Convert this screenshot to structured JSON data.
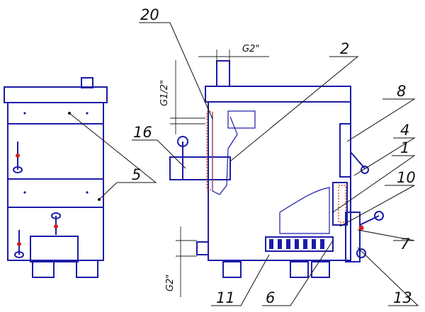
{
  "diagram": {
    "labels": {
      "l20": "20",
      "l2": "2",
      "l8": "8",
      "l4": "4",
      "l1": "1",
      "l10": "10",
      "l7": "7",
      "l13": "13",
      "l6": "6",
      "l11": "11",
      "l16": "16",
      "l5": "5"
    },
    "dimensions": {
      "top_connection": "G2\"",
      "side_connection": "G1/2\"",
      "bottom_connection": "G2\""
    },
    "colors": {
      "outline": "#1c1ca8",
      "leader": "#111111",
      "accent": "#d02020",
      "hatch": "#e05a20"
    }
  }
}
